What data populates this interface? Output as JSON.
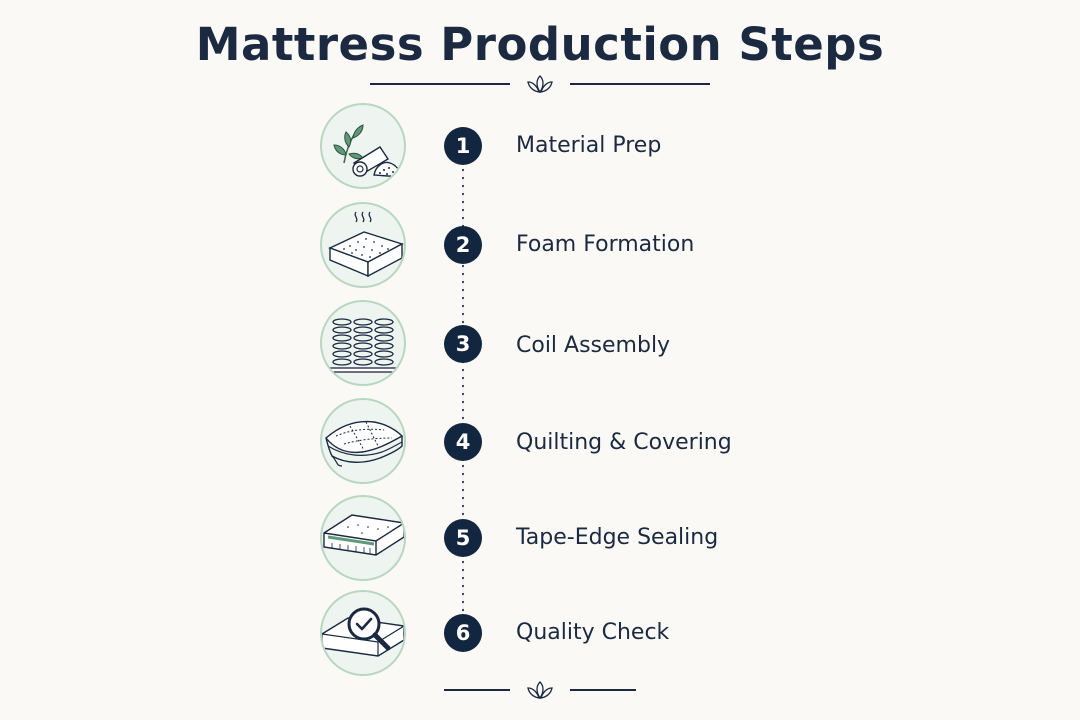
{
  "title": "Mattress Production Steps",
  "steps": [
    {
      "number": "1",
      "label": "Material Prep",
      "icon": "materials-icon"
    },
    {
      "number": "2",
      "label": "Foam Formation",
      "icon": "foam-block-icon"
    },
    {
      "number": "3",
      "label": "Coil Assembly",
      "icon": "coil-springs-icon"
    },
    {
      "number": "4",
      "label": "Quilting & Covering",
      "icon": "quilted-layer-icon"
    },
    {
      "number": "5",
      "label": "Tape-Edge Sealing",
      "icon": "mattress-edge-icon"
    },
    {
      "number": "6",
      "label": "Quality Check",
      "icon": "magnifier-check-icon"
    }
  ],
  "colors": {
    "navy": "#132640",
    "leaf_green": "#5e9a7a",
    "circle_fill": "#eef4ef",
    "circle_border": "#b9d6c2",
    "background": "#faf9f6"
  }
}
